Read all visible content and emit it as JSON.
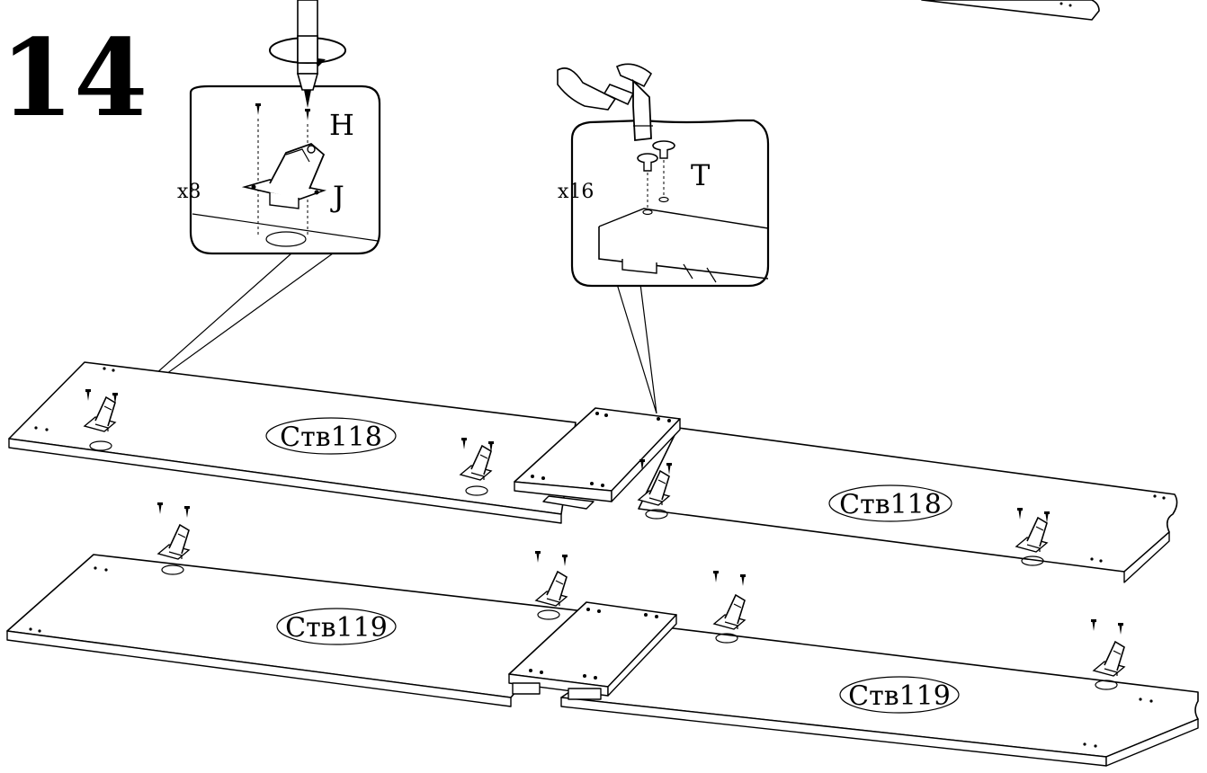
{
  "step": {
    "number": "14"
  },
  "callouts": {
    "hinge": {
      "part_h": "H",
      "part_j": "J",
      "quantity": "x8"
    },
    "dowel": {
      "part_t": "T",
      "quantity": "x16"
    }
  },
  "panels": {
    "top_left": "Ств118",
    "top_right": "Ств118",
    "bottom_left": "Ств119",
    "bottom_right": "Ств119"
  }
}
